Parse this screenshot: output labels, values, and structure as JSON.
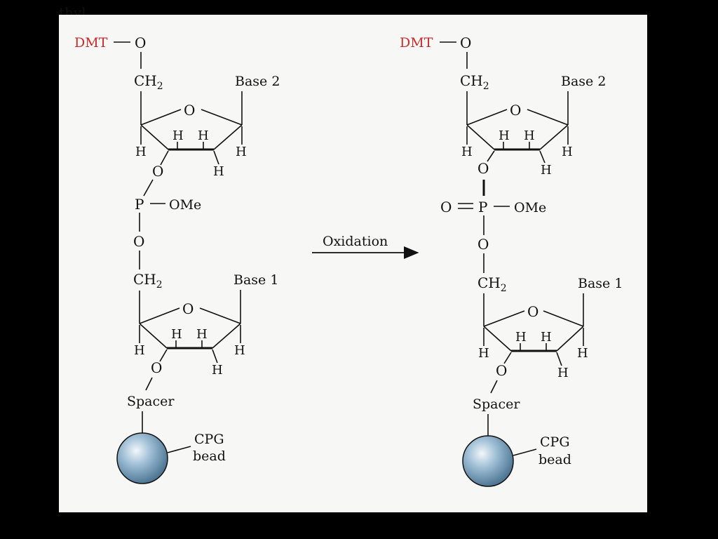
{
  "header_fragment": "thyl.",
  "colors": {
    "panel": "#f7f7f5",
    "dmt": "#cc2a2a",
    "bead": "#7fa4c0"
  },
  "left_molecule": {
    "dmt": "DMT",
    "o_top": "O",
    "ch2_top": "CH",
    "ch2_sub": "2",
    "base_top": "Base 2",
    "ring_o": "O",
    "h": "H",
    "o_link": "O",
    "p": "P",
    "ome": "OMe",
    "o_bottom": "O",
    "base_bottom": "Base 1",
    "spacer": "Spacer",
    "bead_line1": "CPG",
    "bead_line2": "bead"
  },
  "arrow": {
    "label": "Oxidation"
  },
  "right_molecule": {
    "dmt": "DMT",
    "o_top": "O",
    "ch2_top": "CH",
    "ch2_sub": "2",
    "base_top": "Base 2",
    "ring_o": "O",
    "h": "H",
    "o_link": "O",
    "o_double": "O",
    "p": "P",
    "ome": "OMe",
    "o_bottom": "O",
    "base_bottom": "Base 1",
    "spacer": "Spacer",
    "bead_line1": "CPG",
    "bead_line2": "bead"
  }
}
